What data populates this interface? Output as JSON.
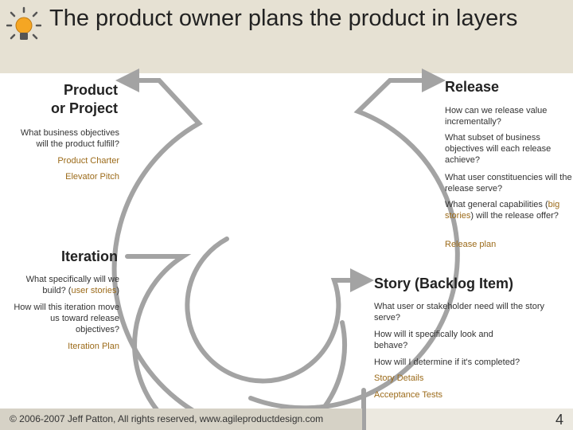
{
  "title": "The product owner plans the product in layers",
  "product": {
    "heading_line1": "Product",
    "heading_line2": "or Project",
    "question_1": "What business objectives will the product fulfill?",
    "artifact_1": "Product Charter",
    "artifact_2": "Elevator Pitch"
  },
  "release": {
    "heading": "Release",
    "question_1": "How can we release value incrementally?",
    "question_2": "What subset of business objectives will each release achieve?",
    "question_3": "What user constituencies will the release serve?",
    "question_4_before": "What general capabilities (",
    "question_4_link": "big stories",
    "question_4_after": ") will the release offer?",
    "artifact": "Release plan"
  },
  "iteration": {
    "heading": "Iteration",
    "question_1_before": "What specifically will we build? (",
    "question_1_link": "user stories",
    "question_1_after": ")",
    "question_2": "How will this iteration move us toward release objectives?",
    "artifact": "Iteration Plan"
  },
  "story": {
    "heading": "Story (Backlog Item)",
    "question_1": "What user or stakeholder need will the story serve?",
    "question_2": "How will it specifically look and behave?",
    "question_3": "How will I determine if it's completed?",
    "artifact_1": "Story Details",
    "artifact_2": "Acceptance Tests"
  },
  "footer": {
    "copyright": "© 2006-2007 Jeff Patton, All rights reserved, www.agileproductdesign.com",
    "page_number": "4"
  },
  "colors": {
    "header_bg": "#e6e1d3",
    "ring": "#a3a3a3",
    "artifact_text": "#9c6b1a",
    "bulb": "#f5a623"
  },
  "icons": [
    "lightbulb-icon"
  ]
}
